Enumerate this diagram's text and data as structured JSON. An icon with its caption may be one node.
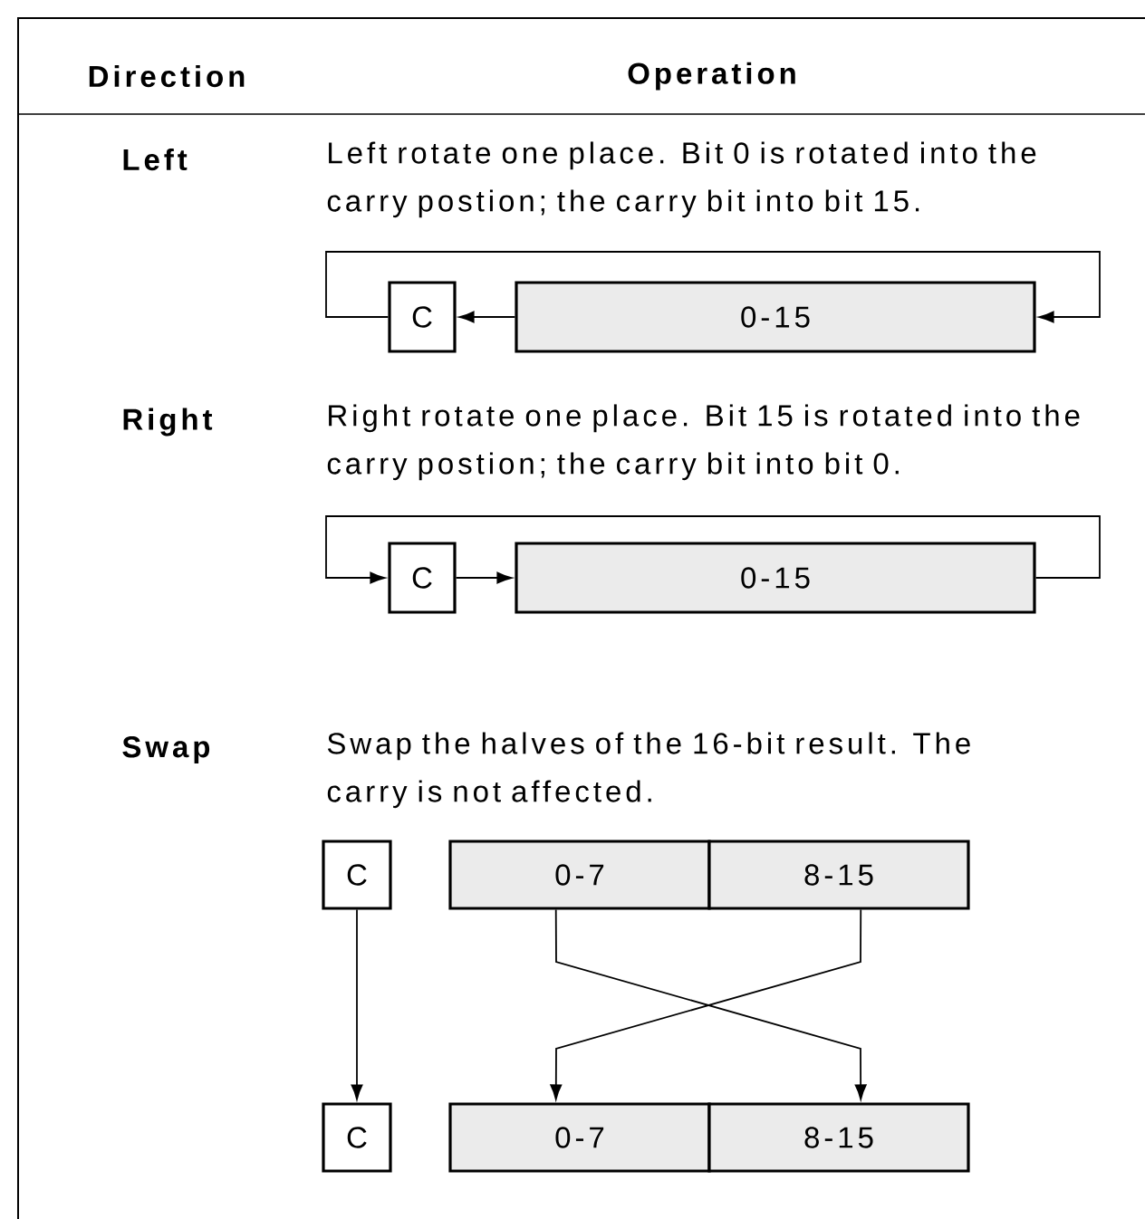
{
  "diagram": {
    "nodes": [
      {
        "text": [
          "C"
        ]
      },
      {
        "text": [
          "0-15"
        ]
      },
      {
        "text": [
          "C"
        ]
      },
      {
        "text": [
          "0-15"
        ]
      },
      {
        "text": [
          "C"
        ]
      },
      {
        "text": [
          "0-7"
        ]
      },
      {
        "text": [
          "8-15"
        ]
      },
      {
        "text": [
          "C"
        ]
      },
      {
        "text": [
          "0-7"
        ]
      },
      {
        "text": [
          "8-15"
        ]
      }
    ],
    "edges": [
      {
        "from": 1,
        "to": 0,
        "arrow": "to"
      },
      {
        "from": 0,
        "to": 1,
        "arrow": "to"
      },
      {
        "from": 2,
        "to": 3,
        "arrow": "to"
      },
      {
        "from": 3,
        "to": 2,
        "arrow": "to"
      },
      {
        "from": 4,
        "to": 7,
        "arrow": "to"
      },
      {
        "from": 5,
        "to": 9,
        "arrow": "to"
      },
      {
        "from": 6,
        "to": 8,
        "arrow": "to"
      }
    ],
    "labels": [
      "Direction",
      "Operation",
      "Left",
      "Left rotate one place. Bit 0 is rotated into the carry postion; the carry bit into bit 15.",
      "Right",
      "Right rotate one place. Bit 15 is rotated into the carry postion; the carry bit into bit 0.",
      "Swap",
      "Swap the halves of the 16-bit result. The carry is not affected."
    ]
  }
}
